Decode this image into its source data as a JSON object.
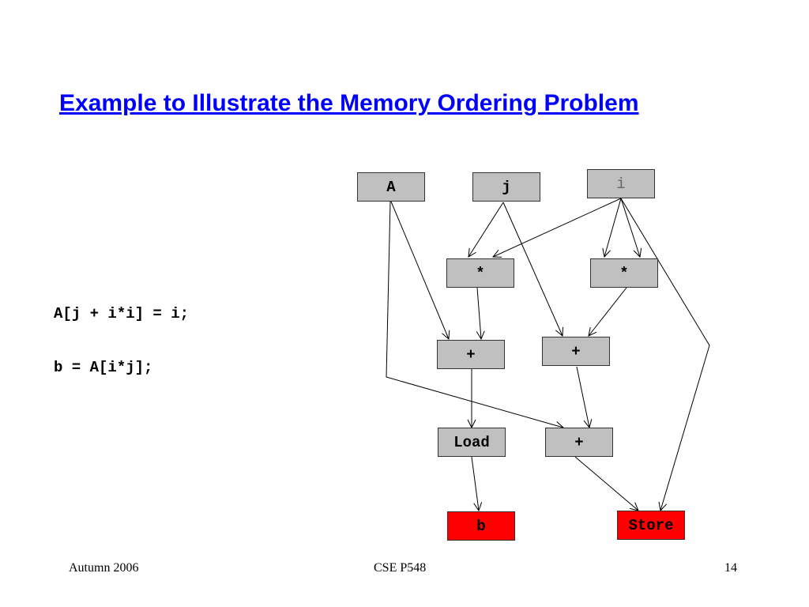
{
  "slide": {
    "title": "Example to Illustrate the Memory Ordering Problem",
    "code": [
      "A[j + i*i] = i;",
      "b = A[i*j];"
    ]
  },
  "diagram": {
    "nodes": [
      {
        "id": "A",
        "label": "A",
        "color": "#c0c0c0"
      },
      {
        "id": "j",
        "label": "j",
        "color": "#c0c0c0"
      },
      {
        "id": "i",
        "label": "i",
        "color": "#c0c0c0"
      },
      {
        "id": "mul1",
        "label": "*",
        "color": "#c0c0c0"
      },
      {
        "id": "mul2",
        "label": "*",
        "color": "#c0c0c0"
      },
      {
        "id": "add1",
        "label": "+",
        "color": "#c0c0c0"
      },
      {
        "id": "add2",
        "label": "+",
        "color": "#c0c0c0"
      },
      {
        "id": "load",
        "label": "Load",
        "color": "#c0c0c0"
      },
      {
        "id": "add3",
        "label": "+",
        "color": "#c0c0c0"
      },
      {
        "id": "b",
        "label": "b",
        "color": "#ff0000"
      },
      {
        "id": "store",
        "label": "Store",
        "color": "#ff0000"
      }
    ],
    "edges": [
      {
        "from": "A",
        "to": "add1"
      },
      {
        "from": "A",
        "to": "add3"
      },
      {
        "from": "j",
        "to": "mul1"
      },
      {
        "from": "j",
        "to": "add2"
      },
      {
        "from": "i",
        "to": "mul1"
      },
      {
        "from": "i",
        "to": "mul2"
      },
      {
        "from": "i",
        "to": "store"
      },
      {
        "from": "mul1",
        "to": "add1"
      },
      {
        "from": "mul2",
        "to": "add2"
      },
      {
        "from": "add1",
        "to": "load"
      },
      {
        "from": "add2",
        "to": "add3"
      },
      {
        "from": "load",
        "to": "b"
      },
      {
        "from": "add3",
        "to": "store"
      }
    ]
  },
  "footer": {
    "left": "Autumn 2006",
    "center": "CSE P548",
    "right": "14"
  }
}
